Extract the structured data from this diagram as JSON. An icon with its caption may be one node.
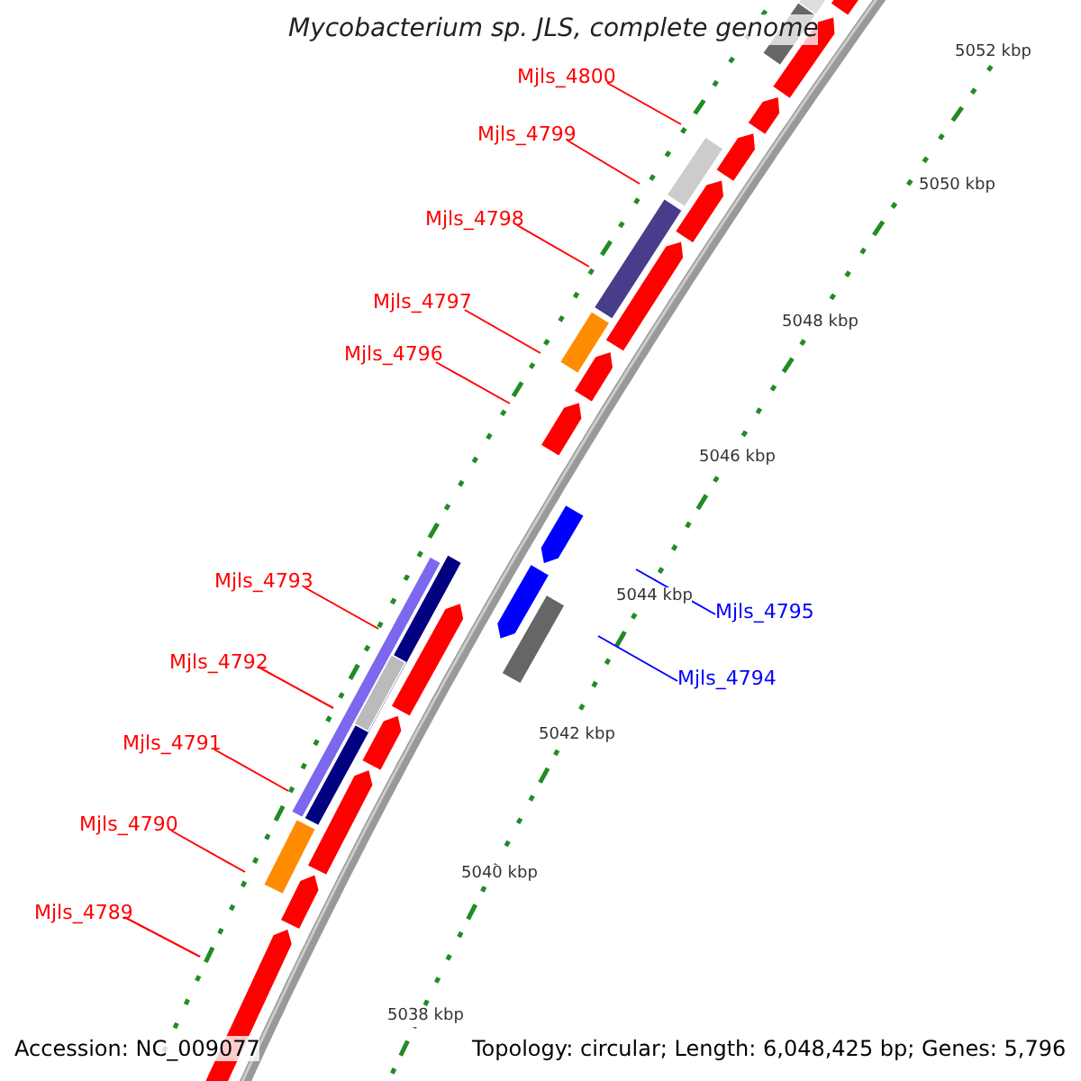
{
  "diagram": {
    "title": "Mycobacterium sp. JLS, complete genome",
    "nodes": [
      {
        "text": [
          "Mjls_4800"
        ]
      },
      {
        "text": [
          "Mjls_4799"
        ]
      },
      {
        "text": [
          "Mjls_4798"
        ]
      },
      {
        "text": [
          "Mjls_4797"
        ]
      },
      {
        "text": [
          "Mjls_4796"
        ]
      },
      {
        "text": [
          "Mjls_4793"
        ]
      },
      {
        "text": [
          "Mjls_4795"
        ]
      },
      {
        "text": [
          "Mjls_4792"
        ]
      },
      {
        "text": [
          "Mjls_4794"
        ]
      },
      {
        "text": [
          "Mjls_4791"
        ]
      },
      {
        "text": [
          "Mjls_4790"
        ]
      },
      {
        "text": [
          "Mjls_4789"
        ]
      }
    ],
    "edges": [
      {
        "from": 0,
        "to": null,
        "arrow": "none"
      },
      {
        "from": 1,
        "to": null,
        "arrow": "none"
      },
      {
        "from": 2,
        "to": null,
        "arrow": "none"
      },
      {
        "from": 3,
        "to": null,
        "arrow": "none"
      },
      {
        "from": 4,
        "to": null,
        "arrow": "none"
      },
      {
        "from": 5,
        "to": null,
        "arrow": "none"
      },
      {
        "from": 6,
        "to": null,
        "arrow": "none",
        "color": "#0000ff"
      },
      {
        "from": 7,
        "to": null,
        "arrow": "none"
      },
      {
        "from": 8,
        "to": null,
        "arrow": "none",
        "color": "#0000ff"
      },
      {
        "from": 9,
        "to": null,
        "arrow": "none"
      },
      {
        "from": 10,
        "to": null,
        "arrow": "none"
      },
      {
        "from": 11,
        "to": null,
        "arrow": "none"
      }
    ],
    "labels": [
      "5052 kbp",
      "5050 kbp",
      "5048 kbp",
      "5046 kbp",
      "5044 kbp",
      "5042 kbp",
      "5040 kbp",
      "5038 kbp",
      "Accession: NC_009077",
      "Topology: circular; Length: 6,048,425 bp; Genes: 5,796"
    ]
  }
}
